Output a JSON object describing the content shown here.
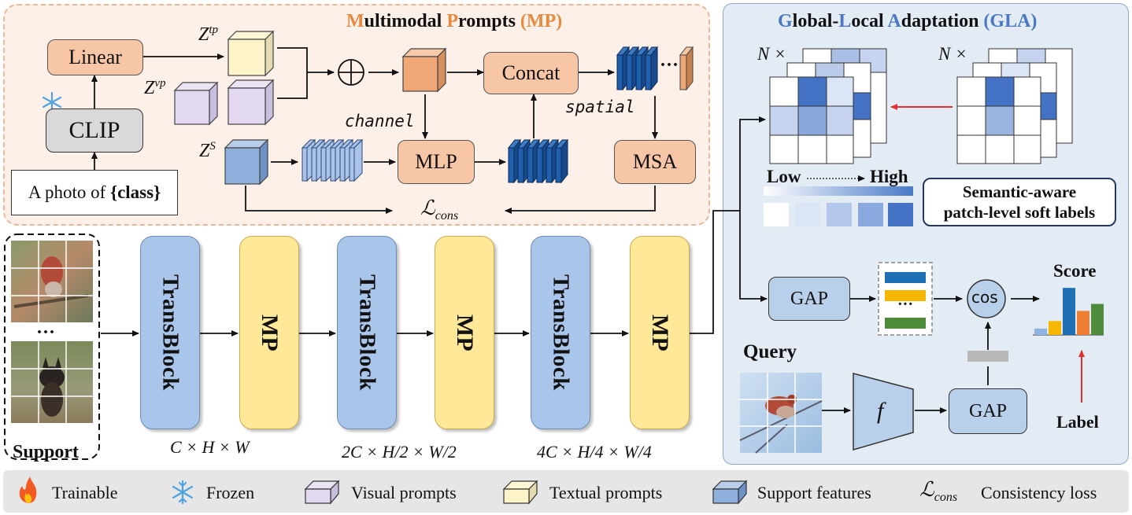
{
  "mp_panel": {
    "title_parts": [
      "M",
      "ultimodal ",
      "P",
      "rompts ",
      "(MP)"
    ],
    "linear": "Linear",
    "clip": "CLIP",
    "prompt_text_pre": "A photo of ",
    "prompt_text_class": "{class}",
    "z_tp": "Z",
    "z_tp_sup": "tp",
    "z_vp": "Z",
    "z_vp_sup": "vp",
    "z_s": "Z",
    "z_s_sup": "S",
    "concat": "Concat",
    "mlp": "MLP",
    "msa": "MSA",
    "channel": "channel",
    "spatial": "spatial",
    "loss_main": "ℒ",
    "loss_sub": "cons",
    "ellipsis": "···"
  },
  "gla_panel": {
    "title_parts": [
      "G",
      "lobal-",
      "L",
      "ocal ",
      "A",
      "daptation ",
      "(GLA)"
    ],
    "n_times_left": "N ×",
    "n_times_right": "N ×",
    "low": "Low",
    "high": "High",
    "soft_labels_line1": "Semantic-aware",
    "soft_labels_line2": "patch-level soft labels",
    "gap_top": "GAP",
    "gap_bottom": "GAP",
    "cos": "cos",
    "score": "Score",
    "query": "Query",
    "f": "f",
    "label": "Label",
    "proto_dots": "···",
    "score_bars": [
      0.12,
      0.26,
      0.88,
      0.45,
      0.58
    ],
    "score_colors": [
      "#8fb4e3",
      "#f5b700",
      "#1f6fb5",
      "#ed7d31",
      "#4e8b3a"
    ],
    "proto_colors": [
      "#1f6fb5",
      "#f5b700",
      "#4e8b3a"
    ]
  },
  "pipeline": {
    "blocks": [
      {
        "type": "TransBlock",
        "label": "TransBlock",
        "dim_main": "C × H × W"
      },
      {
        "type": "MP",
        "label": "MP"
      },
      {
        "type": "TransBlock",
        "label": "TransBlock",
        "dim_main": "2C × H/2 × W/2"
      },
      {
        "type": "MP",
        "label": "MP"
      },
      {
        "type": "TransBlock",
        "label": "TransBlock",
        "dim_main": "4C × H/4 × W/4"
      },
      {
        "type": "MP",
        "label": "MP"
      }
    ],
    "support": "Support",
    "support_dots": "···"
  },
  "legend": {
    "items": [
      {
        "icon": "flame-icon",
        "text": "Trainable"
      },
      {
        "icon": "snowflake-icon",
        "text": "Frozen"
      },
      {
        "icon": "visual-prompt-cube-icon",
        "text": "Visual prompts"
      },
      {
        "icon": "textual-prompt-cube-icon",
        "text": "Textual prompts"
      },
      {
        "icon": "support-feature-cube-icon",
        "text": "Support features"
      },
      {
        "icon": "loss-symbol",
        "text": "Consistency loss"
      }
    ],
    "loss_symbol_main": "ℒ",
    "loss_symbol_sub": "cons"
  },
  "colors": {
    "orange_title": "#e58a3e",
    "blue_title": "#4a78c2",
    "peach": "#f7c6a6",
    "mp_yellow": "#ffe999",
    "tb_blue": "#a9c5ea",
    "red_arrow": "#e03030"
  }
}
